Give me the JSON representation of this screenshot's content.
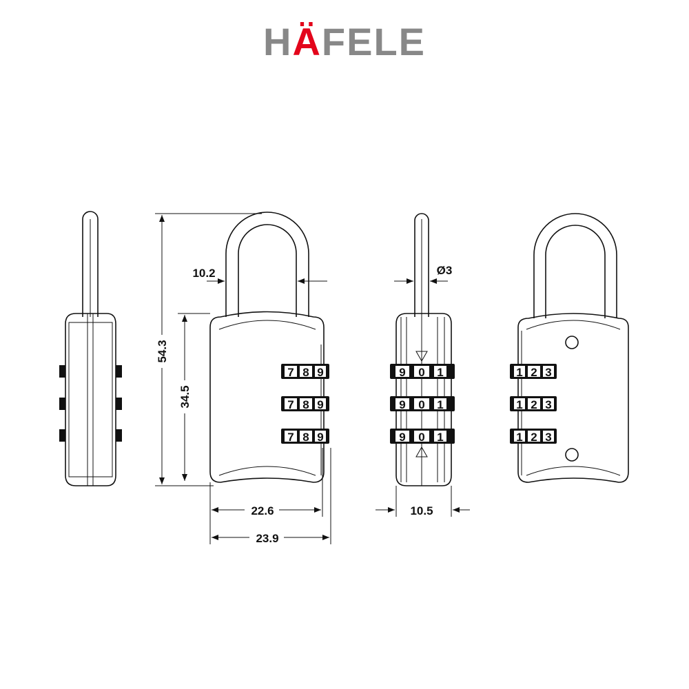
{
  "logo": {
    "text_h": "H",
    "text_a": "Ä",
    "text_rest": "FELE",
    "gray": "#888888",
    "red": "#e3051b"
  },
  "dimensions": {
    "shackle_inner_width": "10.2",
    "total_height": "54.3",
    "body_height": "34.5",
    "body_width_inner": "22.6",
    "body_width_overall": "23.9",
    "shackle_diameter": "Ø3",
    "thickness": "10.5"
  },
  "dials": {
    "front": [
      "7",
      "8",
      "9"
    ],
    "side": [
      "9",
      "0",
      "1"
    ],
    "back": [
      "1",
      "2",
      "3"
    ]
  }
}
